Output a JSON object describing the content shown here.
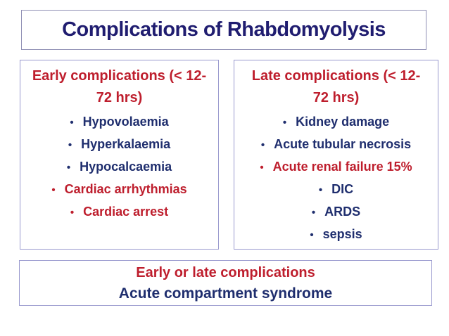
{
  "title": {
    "text": "Complications of Rhabdomyolysis"
  },
  "glyphs": {
    "bullet": "•"
  },
  "colors": {
    "title_navy": "#201D70",
    "body_navy": "#1F2E6E",
    "red": "#BE1E2D",
    "box_border": "#9999CE",
    "title_border": "#8F8FB4",
    "background": "#FFFFFF"
  },
  "boxes": {
    "early": {
      "heading": "Early complications (< 12-72 hrs)",
      "heading_line1": "Early complications (< 12-",
      "heading_line2": "72 hrs)",
      "items": [
        {
          "label": "Hypovolaemia",
          "color": "navy"
        },
        {
          "label": "Hyperkalaemia",
          "color": "navy"
        },
        {
          "label": "Hypocalcaemia",
          "color": "navy"
        },
        {
          "label": "Cardiac arrhythmias",
          "color": "red"
        },
        {
          "label": "Cardiac arrest",
          "color": "red"
        }
      ]
    },
    "late": {
      "heading": "Late complications (< 12-72 hrs)",
      "heading_line1": "Late complications (< 12-",
      "heading_line2": "72 hrs)",
      "items": [
        {
          "label": "Kidney damage",
          "color": "navy"
        },
        {
          "label": "Acute tubular necrosis",
          "color": "navy"
        },
        {
          "label": "Acute renal failure 15%",
          "color": "red"
        },
        {
          "label": "DIC",
          "color": "navy"
        },
        {
          "label": "ARDS",
          "color": "navy"
        },
        {
          "label": "sepsis",
          "color": "navy"
        }
      ]
    },
    "bottom": {
      "line1": "Early or late complications",
      "line2": "Acute compartment syndrome"
    }
  }
}
